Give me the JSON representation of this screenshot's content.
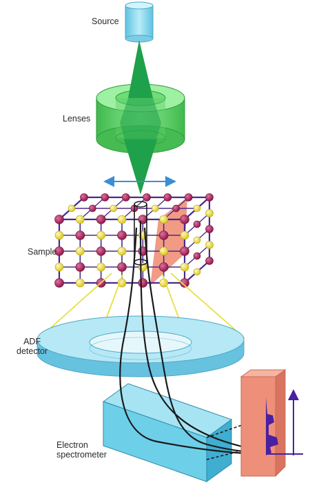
{
  "labels": {
    "source": "Source",
    "lenses": "Lenses",
    "sample": "Sample",
    "adf_line1": "ADF",
    "adf_line2": "detector",
    "spectrometer_line1": "Electron",
    "spectrometer_line2": "spectrometer"
  },
  "colors": {
    "source_cyan": "#8fd8ec",
    "lens_green": "#5fd06a",
    "beam_green": "#1fa04a",
    "scan_arrow": "#3b8ed6",
    "lattice_bond": "#4b2a8a",
    "atom_heavy": "#a3215a",
    "atom_light": "#f0e04a",
    "atomic_plane": "#ee8a70",
    "detector_cyan": "#88d4ec",
    "spectrometer_cyan": "#6ecfe8",
    "spectrum_panel": "#ee8f7a",
    "spectrum_peak": "#4a1fa0",
    "scatter_lines": "#e6e040",
    "trajectory": "#1a1a1a"
  },
  "icons": [
    "source-cylinder-icon",
    "lens-icon",
    "scan-arrow-icon",
    "crystal-lattice-icon",
    "adf-detector-ring-icon",
    "spectrometer-box-icon",
    "spectrum-plot-icon"
  ]
}
